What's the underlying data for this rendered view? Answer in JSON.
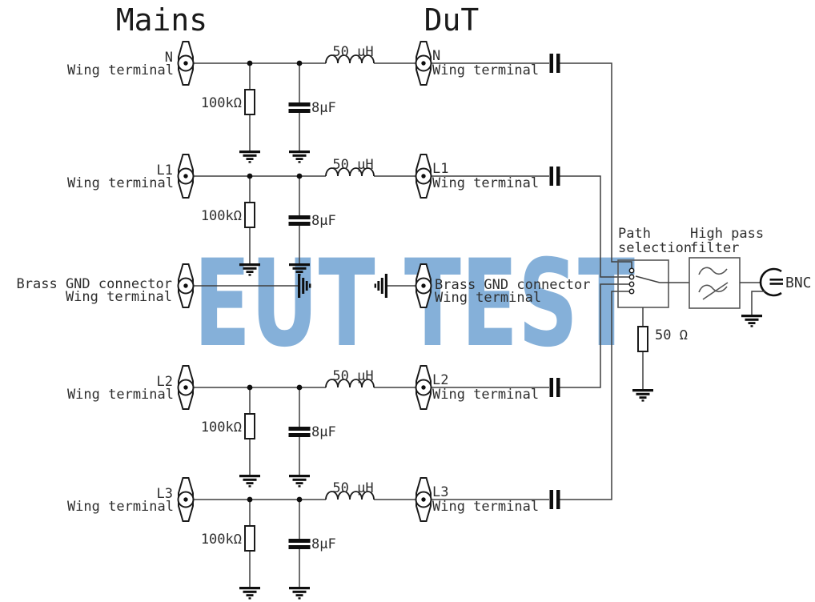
{
  "watermark": {
    "text": "EUT TEST",
    "color": "#85b0d9"
  },
  "titles": {
    "mains": "Mains",
    "dut": "DuT"
  },
  "rows": [
    {
      "name": "N"
    },
    {
      "name": "L1"
    },
    {
      "name": "L2"
    },
    {
      "name": "L3"
    }
  ],
  "labels": {
    "wing_terminal": "Wing terminal",
    "brass_gnd_connector": "Brass GND connector",
    "inductor": "50 µH",
    "resistor": "100kΩ",
    "capacitor": "8µF",
    "path_selection_line1": "Path",
    "path_selection_line2": "selection",
    "high_pass_line1": "High pass",
    "high_pass_line2": "filter",
    "load_resistor": "50 Ω",
    "bnc": "BNC"
  }
}
